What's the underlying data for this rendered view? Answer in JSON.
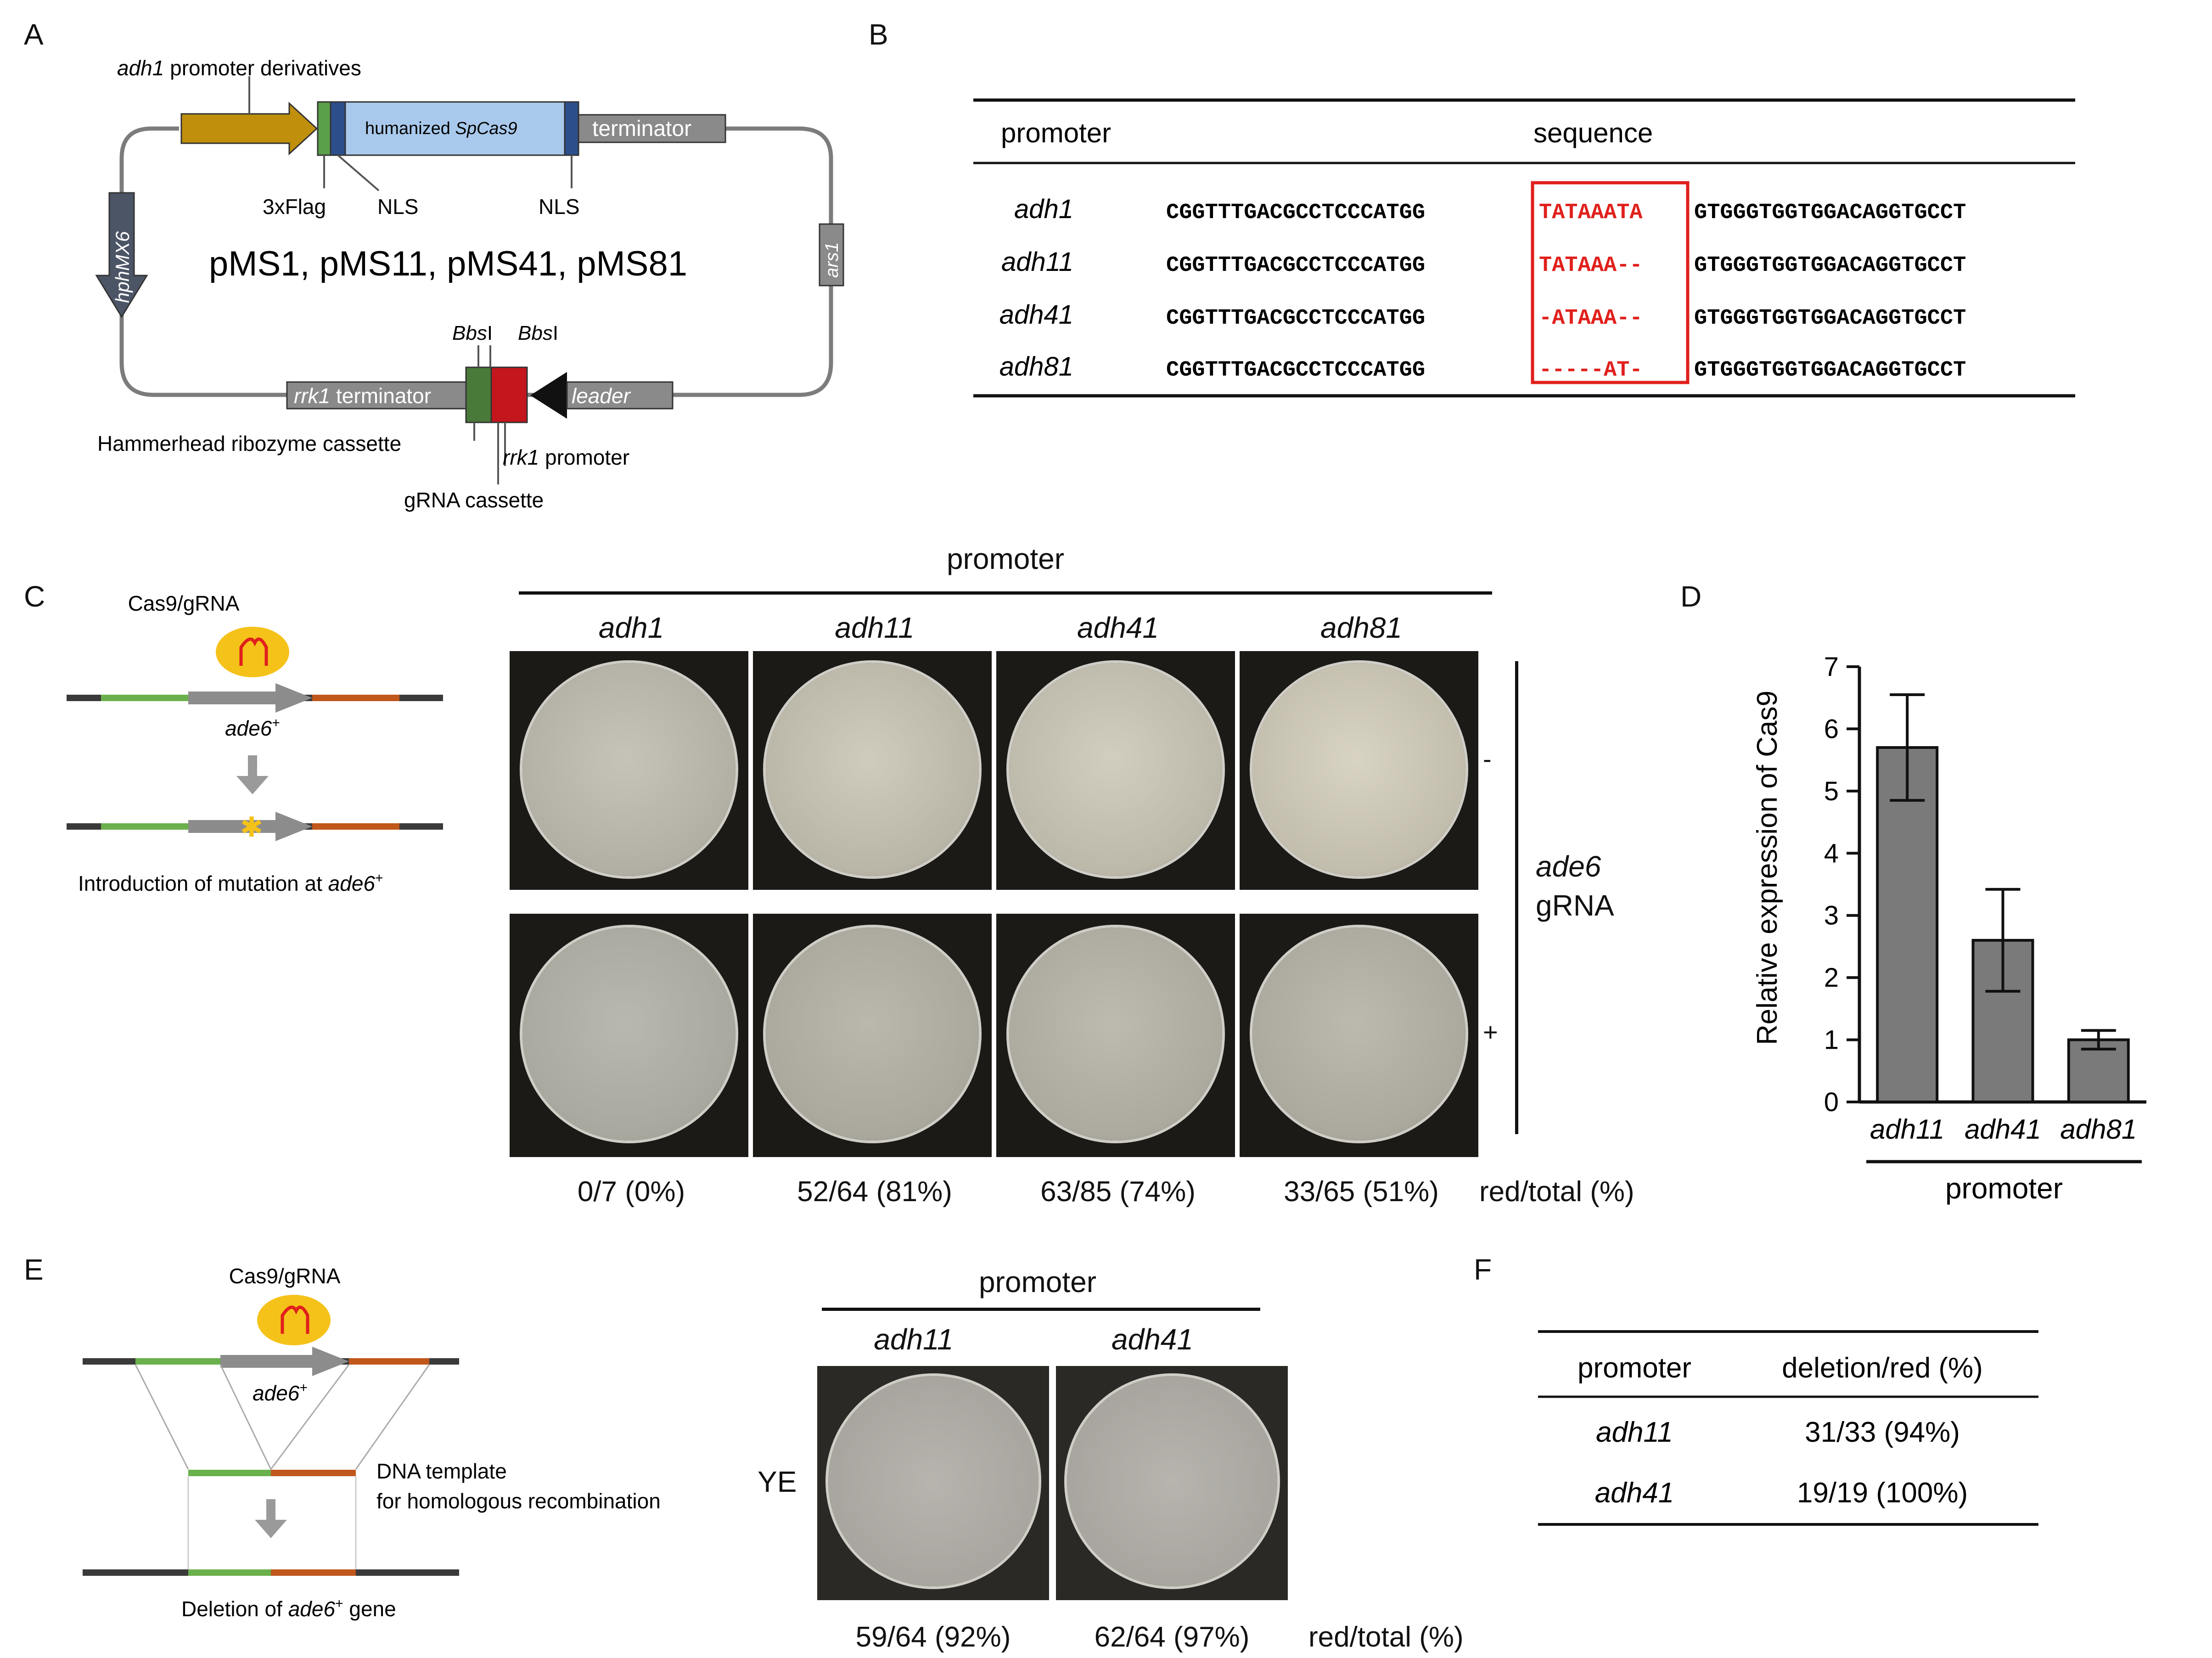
{
  "panels": {
    "A": "A",
    "B": "B",
    "C": "C",
    "D": "D",
    "E": "E",
    "F": "F"
  },
  "colors": {
    "promoter_arrow": "#c08f0c",
    "flag": "#5aa04a",
    "nls": "#2c4f8c",
    "cas9": "#a9c9ec",
    "terminator": "#8a8a8a",
    "hph": "#4c5566",
    "ribozyme": "#4a7a3a",
    "grna": "#c4161c",
    "leader": "#111111",
    "highlight": "#e0201c",
    "bar": "#7a7a7a",
    "flank_left": "#6ab04c",
    "flank_right": "#c0571b",
    "gene": "#8c8c8c",
    "cas9_blob": "#f5c21a"
  },
  "panelA": {
    "promoter_derivatives": "adh1",
    "promoter_derivatives_suffix": " promoter derivatives",
    "cas9_prefix": "humanized ",
    "cas9_name": "SpCas9",
    "terminator": "terminator",
    "flag": "3xFlag",
    "nls1": "NLS",
    "nls2": "NLS",
    "plasmids": "pMS1, pMS11, pMS41, pMS81",
    "hph": "hphMX6",
    "ars": "ars1",
    "bbs1a": "Bbs",
    "bbs1b": "Bbs",
    "bbs_suffix": "I",
    "rrk1_term_italic": "rrk1",
    "rrk1_term_rest": " terminator",
    "leader": "leader",
    "ribozyme": "Hammerhead ribozyme cassette",
    "rrk1_prom_italic": "rrk1",
    "rrk1_prom_rest": " promoter",
    "grna_cassette": "gRNA cassette"
  },
  "panelB": {
    "header_promoter": "promoter",
    "header_sequence": "sequence",
    "rows": [
      {
        "promoter": "adh1",
        "left": "CGGTTTGACGCCTCCCATGG",
        "mid": "TATAAATA",
        "right": "GTGGGTGGTGGACAGGTGCCT"
      },
      {
        "promoter": "adh11",
        "left": "CGGTTTGACGCCTCCCATGG",
        "mid": "TATAAA--",
        "right": "GTGGGTGGTGGACAGGTGCCT"
      },
      {
        "promoter": "adh41",
        "left": "CGGTTTGACGCCTCCCATGG",
        "mid": "-ATAAA--",
        "right": "GTGGGTGGTGGACAGGTGCCT"
      },
      {
        "promoter": "adh81",
        "left": "CGGTTTGACGCCTCCCATGG",
        "mid": "-----AT-",
        "right": "GTGGGTGGTGGACAGGTGCCT"
      }
    ]
  },
  "panelC": {
    "cas9_grna": "Cas9/gRNA",
    "gene": "ade6",
    "gene_sup": "+",
    "caption_prefix": "Introduction of mutation at ",
    "caption_gene": "ade6",
    "caption_sup": "+",
    "promoter_header": "promoter",
    "columns": [
      "adh1",
      "adh11",
      "adh41",
      "adh81"
    ],
    "minus": "-",
    "plus": "+",
    "side_gene": "ade6",
    "side_grna": "gRNA",
    "counts": [
      "0/7 (0%)",
      "52/64 (81%)",
      "63/85 (74%)",
      "33/65 (51%)"
    ],
    "counts_label": "red/total (%)"
  },
  "chart_data": {
    "type": "bar",
    "categories": [
      "adh11",
      "adh41",
      "adh81"
    ],
    "values": [
      5.7,
      2.6,
      1.0
    ],
    "error": [
      0.85,
      0.82,
      0.15
    ],
    "ylabel": "Relative expression of Cas9",
    "xlabel": "promoter",
    "ylim": [
      0,
      7
    ],
    "yticks": [
      "0",
      "1",
      "2",
      "3",
      "4",
      "5",
      "6",
      "7"
    ],
    "grid": false
  },
  "panelE": {
    "cas9_grna": "Cas9/gRNA",
    "gene": "ade6",
    "gene_sup": "+",
    "template_line1": "DNA template",
    "template_line2": "for homologous recombination",
    "caption_prefix": "Deletion of ",
    "caption_gene": "ade6",
    "caption_sup": "+",
    "caption_suffix": " gene",
    "promoter_header": "promoter",
    "columns": [
      "adh11",
      "adh41"
    ],
    "medium": "YE",
    "counts": [
      "59/64 (92%)",
      "62/64 (97%)"
    ],
    "counts_label": "red/total (%)"
  },
  "panelF": {
    "header_promoter": "promoter",
    "header_ratio": "deletion/red (%)",
    "rows": [
      {
        "promoter": "adh11",
        "value": "31/33 (94%)"
      },
      {
        "promoter": "adh41",
        "value": "19/19 (100%)"
      }
    ]
  }
}
